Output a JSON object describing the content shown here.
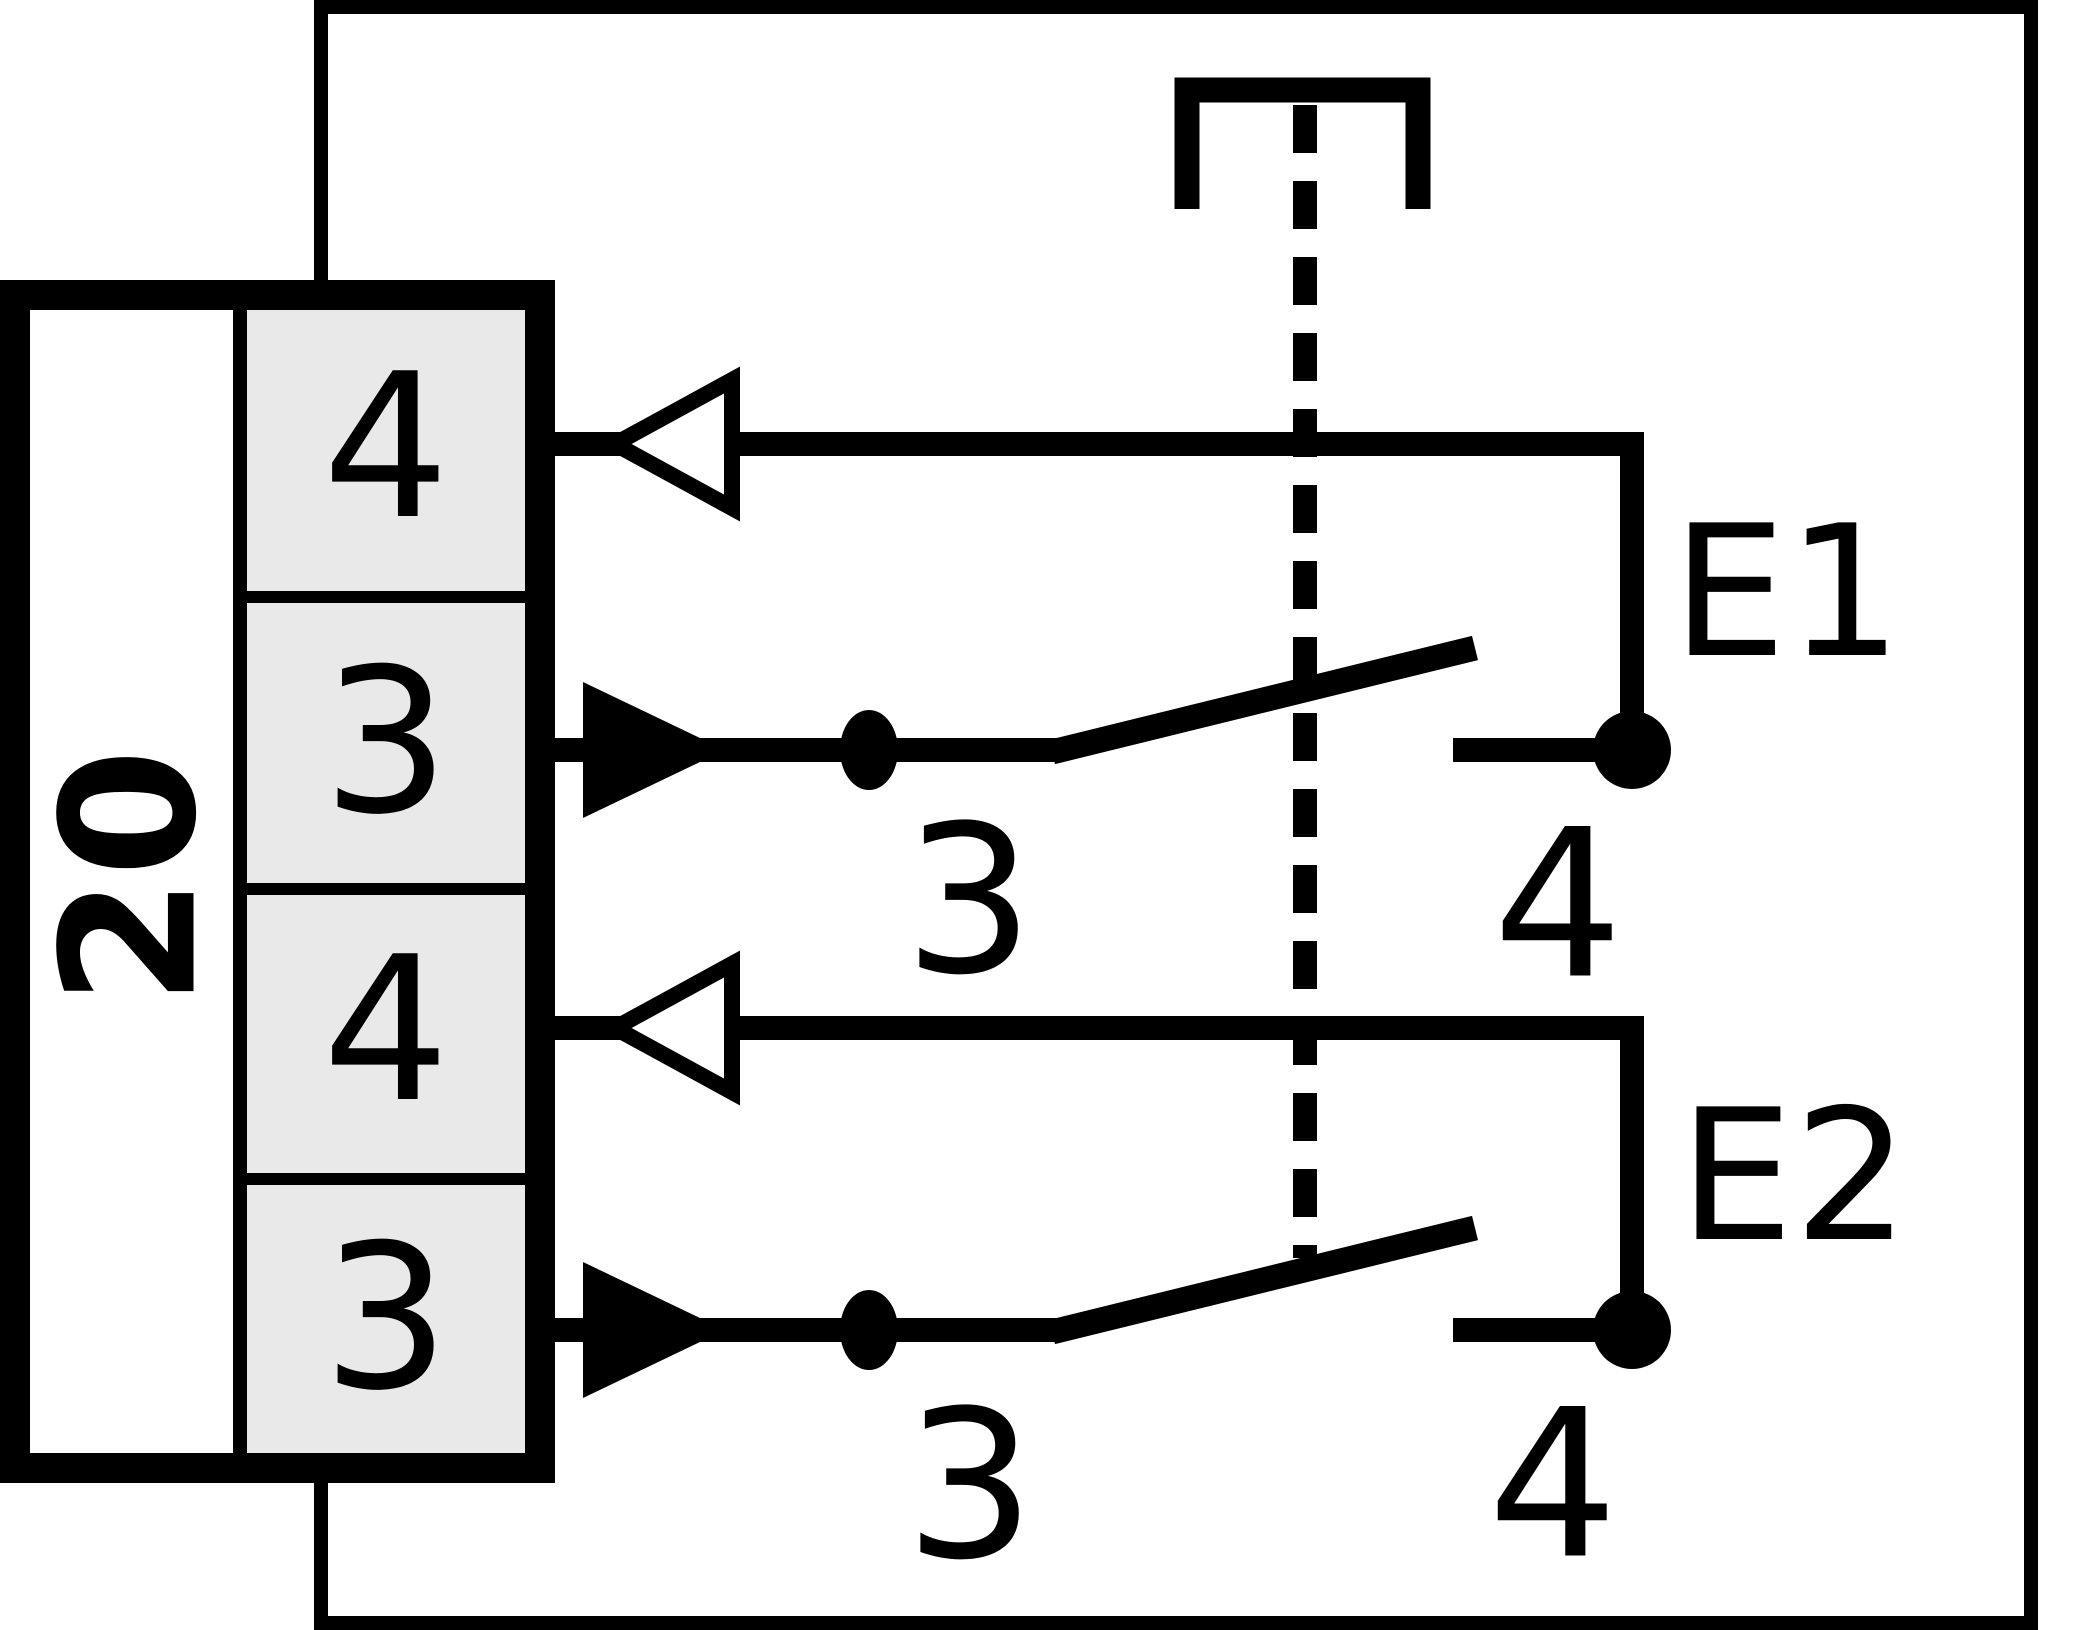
{
  "colors": {
    "line": "#000000",
    "terminal_cell_fill": "#e9e9e9",
    "background": "#ffffff"
  },
  "connector": {
    "id": "20",
    "terminals": [
      "4",
      "3",
      "4",
      "3"
    ]
  },
  "switches": [
    {
      "name": "E1",
      "movable_contact": "3",
      "fixed_contact": "4"
    },
    {
      "name": "E2",
      "movable_contact": "3",
      "fixed_contact": "4"
    }
  ],
  "icons": {
    "hollow_arrow": "triangle-left-outline",
    "filled_arrow": "triangle-right-filled",
    "pivot_dot": "filled-ellipse",
    "contact_dot": "filled-circle",
    "actuator_bracket": "staple-shape",
    "mechanical_link": "vertical-dashed-line"
  }
}
